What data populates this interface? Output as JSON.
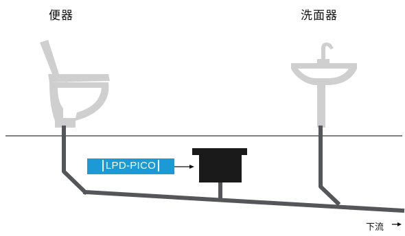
{
  "labels": {
    "toilet": "便器",
    "sink": "洗面器",
    "flow": "下流"
  },
  "device": {
    "model": "LPD-PICO"
  },
  "colors": {
    "fixture": "#cfcfcf",
    "pipe": "#55565a",
    "floor": "#333333",
    "device": "#1a1a1a",
    "model_badge": "#1b9ad6"
  },
  "icons": [
    "toilet-icon",
    "washbasin-icon",
    "arrow-right-icon"
  ]
}
